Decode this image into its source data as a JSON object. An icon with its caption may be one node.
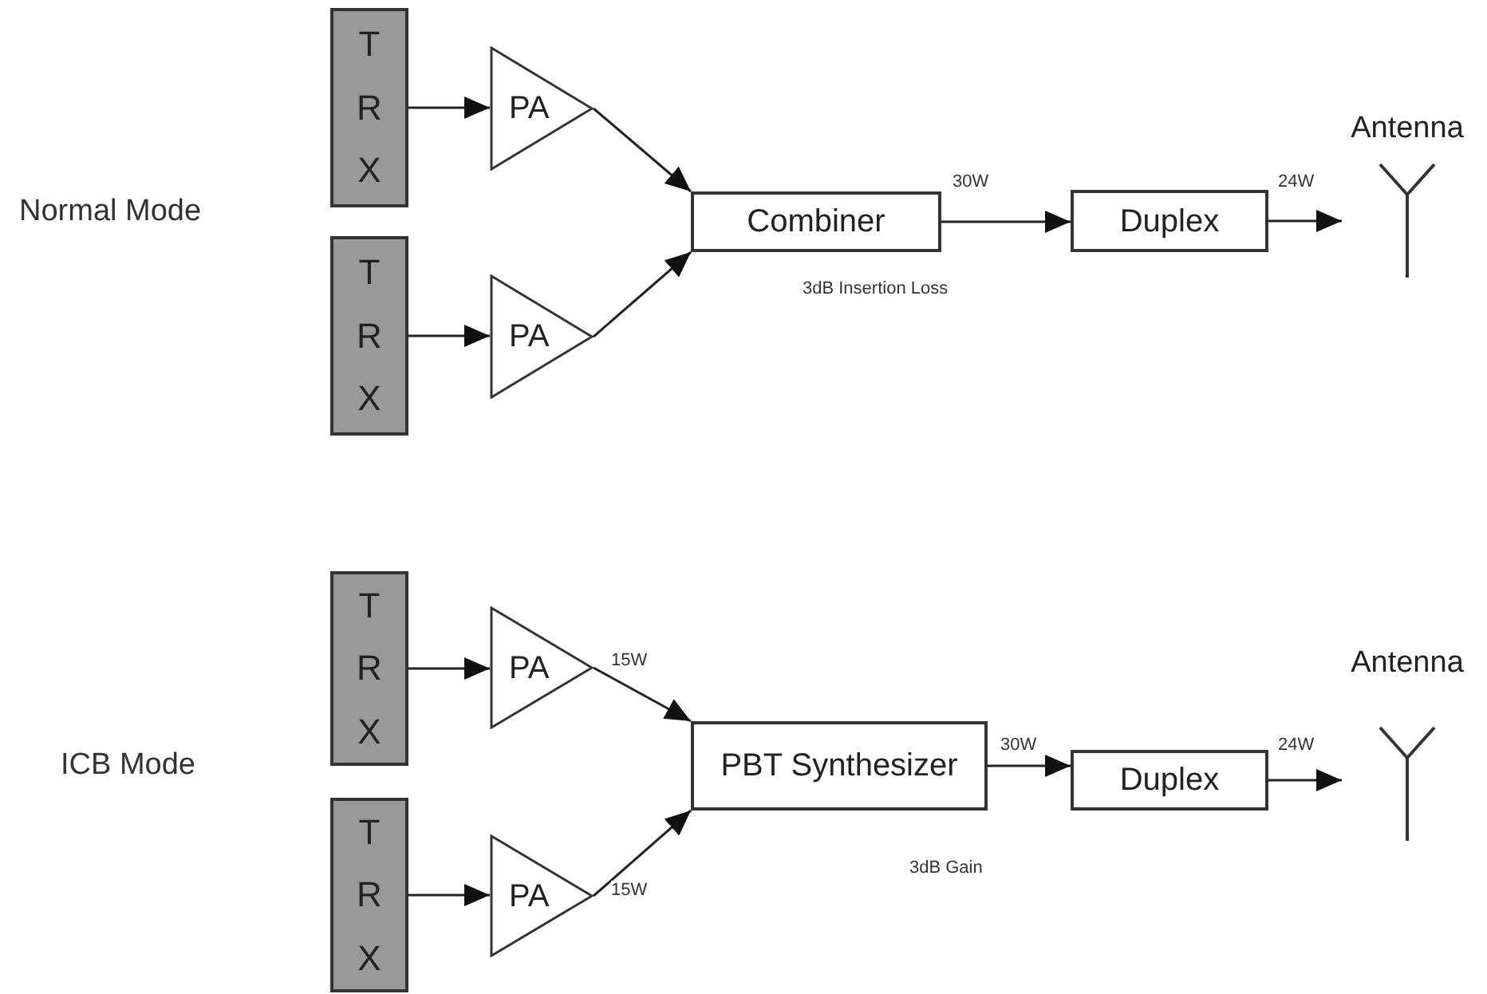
{
  "diagram": {
    "nodes": [
      {
        "text": [
          "TRX"
        ]
      },
      {
        "text": [
          "TRX"
        ]
      },
      {
        "text": [
          "PA"
        ]
      },
      {
        "text": [
          "PA"
        ]
      },
      {
        "text": [
          "Combiner"
        ],
        "beside": [
          "3dB Insertion Loss"
        ]
      },
      {
        "text": [
          "Duplex"
        ]
      },
      {
        "text": [
          "Antenna"
        ]
      },
      {
        "text": [
          "TRX"
        ]
      },
      {
        "text": [
          "TRX"
        ]
      },
      {
        "text": [
          "PA"
        ]
      },
      {
        "text": [
          "PA"
        ]
      },
      {
        "text": [
          "PBT Synthesizer"
        ],
        "beside": [
          "3dB Gain"
        ]
      },
      {
        "text": [
          "Duplex"
        ]
      },
      {
        "text": [
          "Antenna"
        ]
      }
    ],
    "edges": [
      {
        "from": 0,
        "to": 2,
        "arrow": "to"
      },
      {
        "from": 1,
        "to": 3,
        "arrow": "to"
      },
      {
        "from": 2,
        "to": 4,
        "arrow": "to"
      },
      {
        "from": 3,
        "to": 4,
        "arrow": "to"
      },
      {
        "from": 4,
        "to": 5,
        "arrow": "to",
        "label": "30W"
      },
      {
        "from": 5,
        "to": 6,
        "arrow": "to",
        "label": "24W"
      },
      {
        "from": 7,
        "to": 9,
        "arrow": "to"
      },
      {
        "from": 8,
        "to": 10,
        "arrow": "to"
      },
      {
        "from": 9,
        "to": 11,
        "arrow": "to",
        "label": "15W"
      },
      {
        "from": 10,
        "to": 11,
        "arrow": "to",
        "label": "15W"
      },
      {
        "from": 11,
        "to": 12,
        "arrow": "to",
        "label": "30W"
      },
      {
        "from": 12,
        "to": 13,
        "arrow": "to",
        "label": "24W"
      }
    ],
    "labels": [
      "Normal Mode",
      "ICB Mode"
    ]
  }
}
